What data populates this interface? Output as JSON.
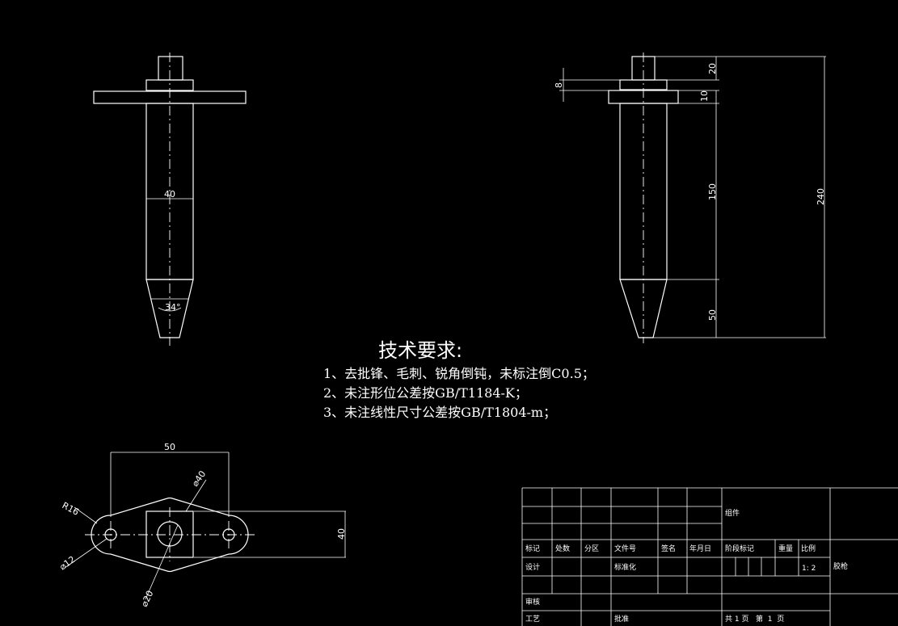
{
  "dimensions": {
    "front_width": "40",
    "front_angle": "34°",
    "side_top": "20",
    "side_collar": "8",
    "side_flange": "10",
    "side_body": "150",
    "side_tip": "50",
    "side_total": "240",
    "plan_length": "50",
    "plan_width": "40",
    "plan_radius": "R16",
    "plan_hole_small": "⌀12",
    "plan_hole_center": "⌀20",
    "plan_square": "⌀40"
  },
  "notes": {
    "title": "技术要求:",
    "lines": [
      "1、去批锋、毛刺、锐角倒钝，未标注倒C0.5；",
      "2、未注形位公差按GB/T1184-K；",
      "3、未注线性尺寸公差按GB/T1804-m；"
    ]
  },
  "title_block": {
    "part_kind": "组件",
    "part_name": "胶枪",
    "headers": [
      "标记",
      "处数",
      "分区",
      "文件号",
      "签名",
      "年月日"
    ],
    "stage_mark": "阶段标记",
    "weight": "重量",
    "scale_label": "比例",
    "scale_value": "1: 2",
    "design": "设计",
    "standardization": "标准化",
    "review": "审核",
    "process": "工艺",
    "approve": "批准",
    "sheet_info": "共 1 页   第  1  页"
  }
}
